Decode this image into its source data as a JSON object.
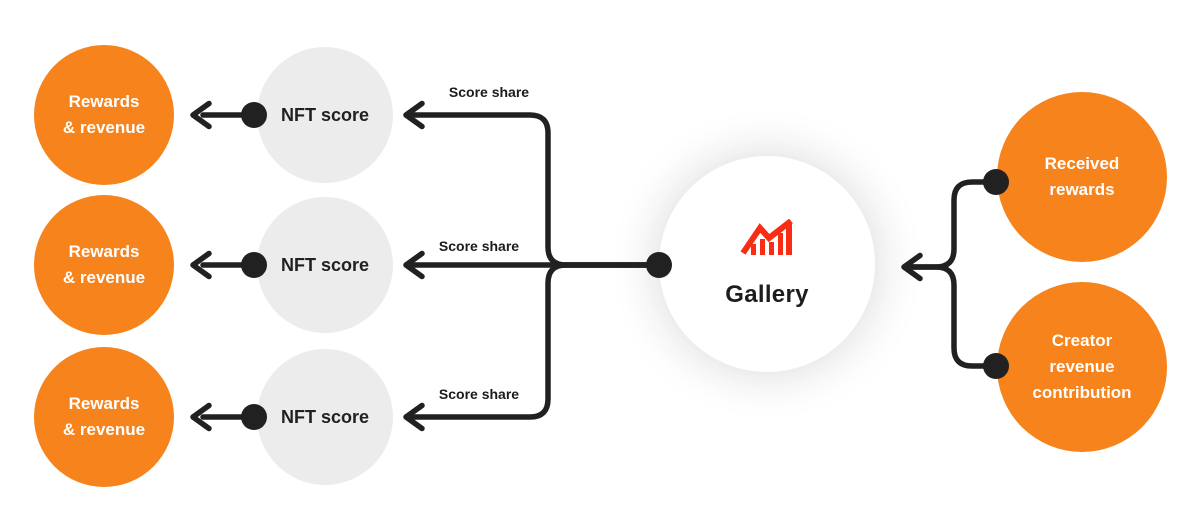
{
  "diagram": {
    "colors": {
      "node_orange": "#F6831B",
      "node_gray": "#ECECEC",
      "line_dark": "#212121",
      "icon_red": "#F92C14",
      "gallery_bg": "#FFFFFF",
      "background": "#FFFFFF"
    },
    "nodes": {
      "gallery": {
        "label": "Gallery",
        "icon": "bar-chart-trend-icon"
      },
      "nft_scores": [
        {
          "label": "NFT score"
        },
        {
          "label": "NFT score"
        },
        {
          "label": "NFT score"
        }
      ],
      "rewards": [
        {
          "lines": [
            "Rewards",
            "& revenue"
          ]
        },
        {
          "lines": [
            "Rewards",
            "& revenue"
          ]
        },
        {
          "lines": [
            "Rewards",
            "& revenue"
          ]
        }
      ],
      "right_inputs": [
        {
          "lines": [
            "Received",
            "rewards"
          ]
        },
        {
          "lines": [
            "Creator",
            "revenue",
            "contribution"
          ]
        }
      ]
    },
    "edge_labels": [
      {
        "text": "Score share"
      },
      {
        "text": "Score share"
      },
      {
        "text": "Score share"
      }
    ]
  }
}
